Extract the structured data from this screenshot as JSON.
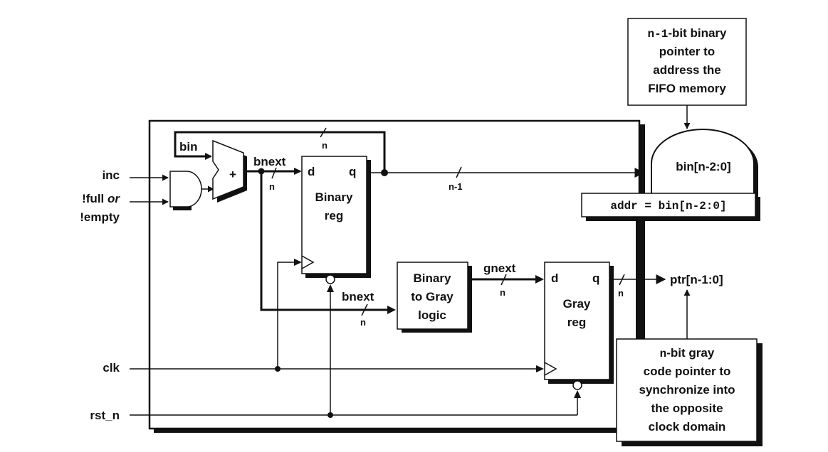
{
  "inputs": {
    "inc": "inc",
    "full_or_empty_line1_a": "!full ",
    "full_or_empty_line1_b": "or",
    "full_or_empty_line2": "!empty",
    "clk": "clk",
    "rst_n": "rst_n"
  },
  "signals": {
    "bin": "bin",
    "bnext_top": "bnext",
    "bnext_bottom": "bnext",
    "gnext": "gnext",
    "n_bus_top": "n",
    "n_bnext_top": "n",
    "n_bnext_bottom": "n",
    "n_gnext": "n",
    "n_ptr": "n",
    "n_minus_1": "n-1",
    "plus": "+"
  },
  "blocks": {
    "binary_reg": {
      "d": "d",
      "q": "q",
      "line1": "Binary",
      "line2": "reg"
    },
    "gray_reg": {
      "d": "d",
      "q": "q",
      "line1": "Gray",
      "line2": "reg"
    },
    "bin2gray": {
      "line1": "Binary",
      "line2": "to Gray",
      "line3": "logic"
    }
  },
  "outputs": {
    "bin_slice": "bin[n-2:0]",
    "addr": "addr = bin[n-2:0]",
    "ptr": "ptr[n-1:0]"
  },
  "notes": {
    "top": {
      "line1_mono": "n-1",
      "line1_rest": "-bit binary",
      "line2": "pointer to",
      "line3": "address the",
      "line4": "FIFO memory"
    },
    "bottom": {
      "line1_mono": "n",
      "line1_rest": "-bit gray",
      "line2": "code pointer to",
      "line3": "synchronize into",
      "line4": "the opposite",
      "line5": "clock domain"
    }
  }
}
